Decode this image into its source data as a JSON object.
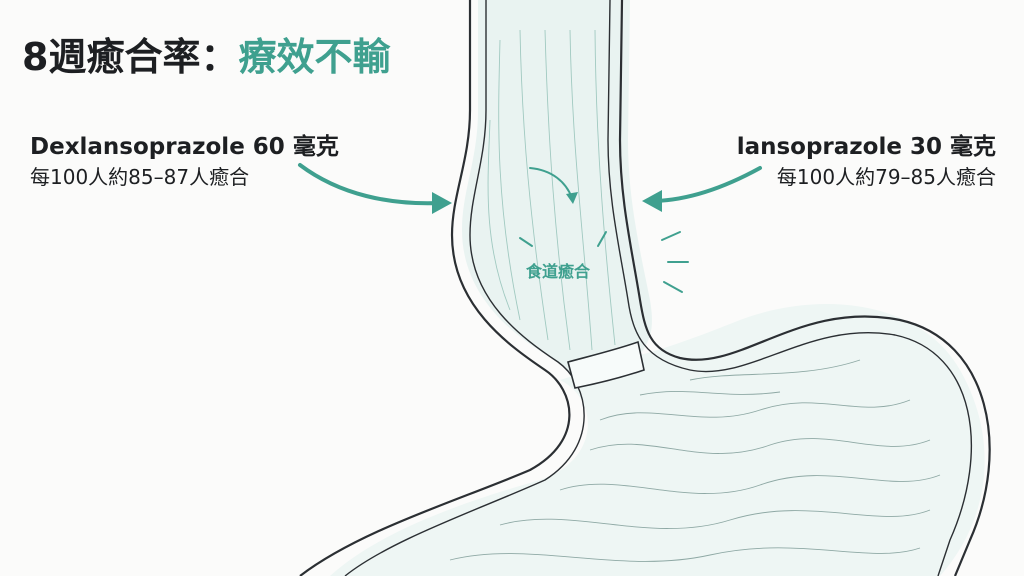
{
  "title": {
    "prefix": "8週癒合率：",
    "highlight": "療效不輸"
  },
  "left_label": {
    "drug": "Dexlansoprazole 60 毫克",
    "rate": "每100人約85–87人癒合"
  },
  "right_label": {
    "drug": "lansoprazole 30 毫克",
    "rate": "每100人約79–85人癒合"
  },
  "center_label": "食道癒合",
  "colors": {
    "accent": "#3fa08f",
    "text": "#1d1f22",
    "line": "#2b2f33",
    "tint": "#e4f1ee"
  },
  "icons": [
    "esophagus-illustration",
    "stomach-illustration",
    "arrow-left",
    "arrow-right",
    "curved-arrow",
    "burst-lines"
  ]
}
